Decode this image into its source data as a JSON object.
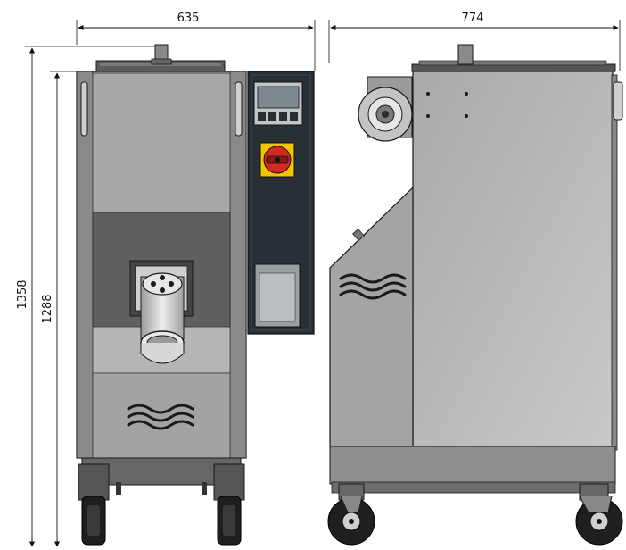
{
  "dimensions": {
    "front_width": "635",
    "side_depth": "774",
    "total_height": "1358",
    "body_height": "1288"
  },
  "colors": {
    "outline": "#1a1a1a",
    "panel_dark": "#283036",
    "switch_red": "#d42a1f",
    "switch_yellow": "#f2c500",
    "steel_light": "#b6b6b6",
    "steel_mid": "#9c9c9c",
    "steel_dark": "#6a6a6a"
  }
}
